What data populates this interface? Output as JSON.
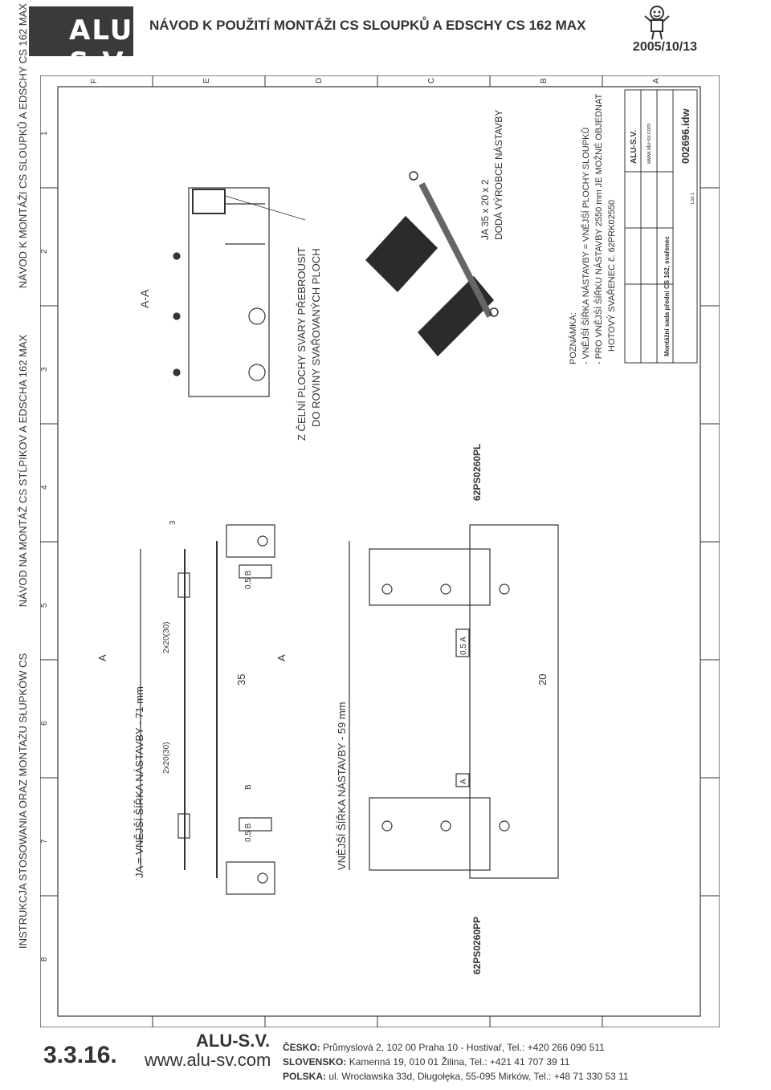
{
  "header": {
    "logo": "ALU S.V.",
    "title": "NÁVOD K POUŽITÍ MONTÁŽI CS SLOUPKŮ A EDSCHY CS 162 MAX",
    "date": "2005/10/13"
  },
  "side_titles": [
    "INSTRUKCJA STOSOWANIA ORAZ MONTAŻU SŁUPKÓW CS",
    "NÁVOD NA MONTÁŽ CS STĹPIKOV A EDSCHA 162 MAX",
    "NÁVOD K MONTÁŽI CS SLOUPKŮ A EDSCHY CS 162 MAX"
  ],
  "drawing": {
    "grid_numbers": [
      "8",
      "7",
      "6",
      "5",
      "4",
      "3",
      "2",
      "1"
    ],
    "grid_letters": [
      "F",
      "E",
      "D",
      "C",
      "B",
      "A"
    ],
    "top_view_label": "JA = VNĚJŠÍ ŠÍŘKA NÁSTAVBY - 71 mm",
    "bottom_view_label": "VNĚJŠÍ ŠÍŘKA NÁSTAVBY - 59 mm",
    "section_label": "A-A",
    "section_marker": "A",
    "weld_note_line1": "Z ČELNÍ PLOCHY SVARY PŘEBROUSIT",
    "weld_note_line2": "DO ROVINY SVAŘOVANÝCH PLOCH",
    "weld_2x20_a": "2x20(30)",
    "weld_2x20_b": "2x20(30)",
    "weld_3": "3",
    "dim_35": "35",
    "dim_20": "20",
    "tol_b": "0,5 B",
    "tol_a": "0,5 A",
    "datum_b": "B",
    "datum_a": "A",
    "part_left": "62PS0260PP",
    "part_right": "62PS0260PL",
    "tube_label_line1": "JA 35 x 20 x 2",
    "tube_label_line2": "DODÁ VÝROBCE NÁSTAVBY",
    "note_title": "POZNÁMKA:",
    "note_1": "- VNĚJŠÍ ŠÍŘKA NÁSTAVBY = VNĚJŠÍ PLOCHY SLOUPKŮ",
    "note_2": "- PRO VNĚJŠÍ ŠÍŘKU NÁSTAVBY 2550 mm JE MOŽNÉ OBJEDNAT",
    "note_3": "HOTOVÝ SVAŘENEC č. 62PRK02550",
    "tb_company": "ALU-S.V.",
    "tb_web": "www.alu-sv.com",
    "tb_name": "Montážní sada přední CS 162, svařenec",
    "tb_drawing_no": "002696.idw",
    "tb_sheet": "List 1"
  },
  "footer": {
    "code": "3.3.16.",
    "brand": "ALU-S.V.",
    "web": "www.alu-sv.com",
    "cz_label": "ČESKO:",
    "cz": "Průmyslová 2, 102 00 Praha 10 - Hostivař, Tel.: +420 266 090 511",
    "sk_label": "SLOVENSKO:",
    "sk": "Kamenná 19, 010 01 Žilina, Tel.: +421 41 707 39 11",
    "pl_label": "POLSKA:",
    "pl": "ul. Wrocławska 33d, Długołęka, 55-095 Mirków, Tel.: +48 71 330 53 11"
  }
}
